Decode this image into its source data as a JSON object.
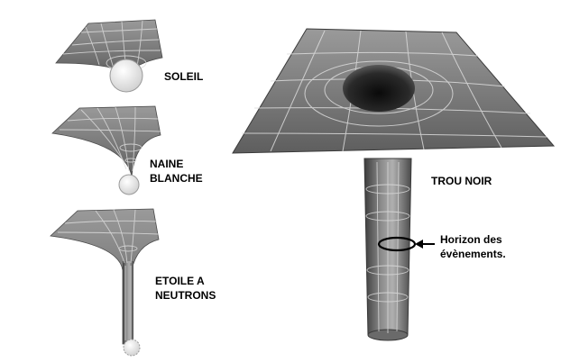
{
  "labels": {
    "sun": "SOLEIL",
    "white_dwarf_line1": "NAINE",
    "white_dwarf_line2": "BLANCHE",
    "neutron_star_line1": "ETOILE A",
    "neutron_star_line2": "NEUTRONS",
    "black_hole": "TROU NOIR",
    "horizon_line1": "Horizon des",
    "horizon_line2": "évènements."
  },
  "colors": {
    "surface": "#7a7a7a",
    "surface_dark": "#3a3a3a",
    "surface_light": "#a6a6a6",
    "grid": "#dcdcdc",
    "star": "#e6e6e6",
    "hole": "#1a1a1a",
    "text": "#000000"
  }
}
